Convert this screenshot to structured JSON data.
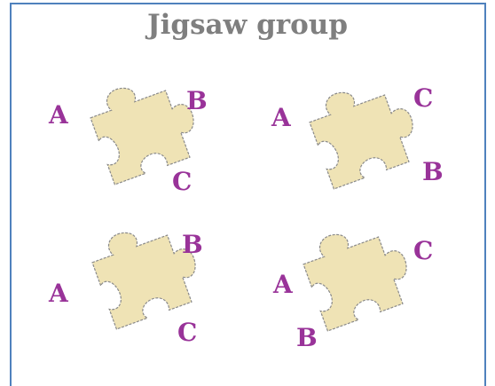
{
  "title": "Jigsaw group",
  "colors": {
    "piece_fill": "#efe3b5",
    "piece_stroke": "#8a8a8a",
    "label": "#993399",
    "title": "#7f7f7f",
    "frame": "#4f81bd"
  },
  "pieces": [
    {
      "id": "top-left",
      "labels": [
        "A",
        "B",
        "C"
      ]
    },
    {
      "id": "top-right",
      "labels": [
        "A",
        "C",
        "B"
      ]
    },
    {
      "id": "bottom-left",
      "labels": [
        "A",
        "B",
        "C"
      ]
    },
    {
      "id": "bottom-right",
      "labels": [
        "A",
        "C",
        "B"
      ]
    }
  ]
}
